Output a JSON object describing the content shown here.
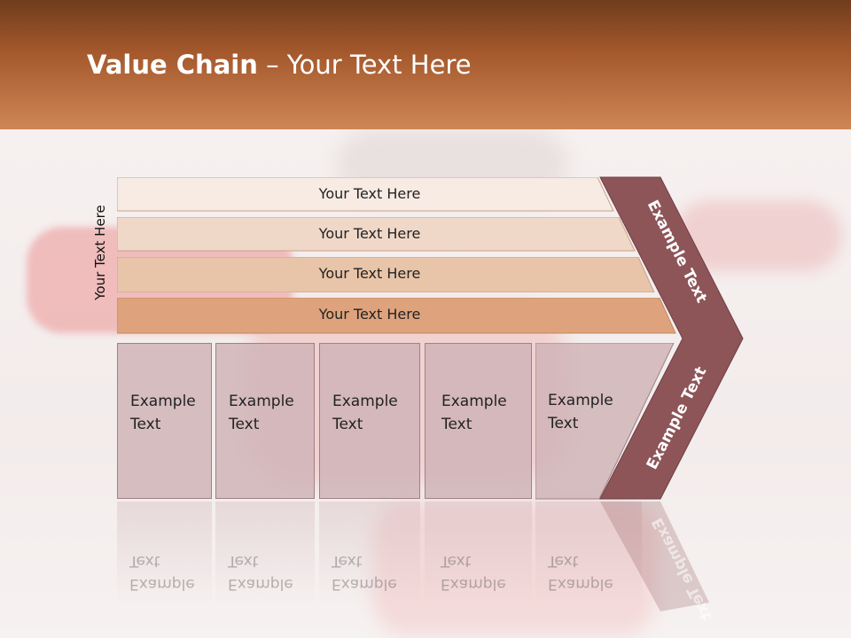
{
  "title": {
    "bold": "Value Chain",
    "rest": " – Your Text Here"
  },
  "side_label": "Your Text Here",
  "rows": [
    {
      "label": "Your Text Here",
      "fill": "#f7ebe4"
    },
    {
      "label": "Your Text Here",
      "fill": "#f0d8c8"
    },
    {
      "label": "Your Text Here",
      "fill": "#e8c4a8"
    },
    {
      "label": "Your Text Here",
      "fill": "#dea37c"
    }
  ],
  "columns": [
    {
      "line1": "Example",
      "line2": "Text"
    },
    {
      "line1": "Example",
      "line2": "Text"
    },
    {
      "line1": "Example",
      "line2": "Text"
    },
    {
      "line1": "Example",
      "line2": "Text"
    },
    {
      "line1": "Example",
      "line2": "Text"
    }
  ],
  "chevron": {
    "upper": "Example Text",
    "lower": "Example Text",
    "fill": "#8e5559"
  },
  "colors": {
    "header": "#a4582c",
    "column": "#ceb2b6"
  }
}
